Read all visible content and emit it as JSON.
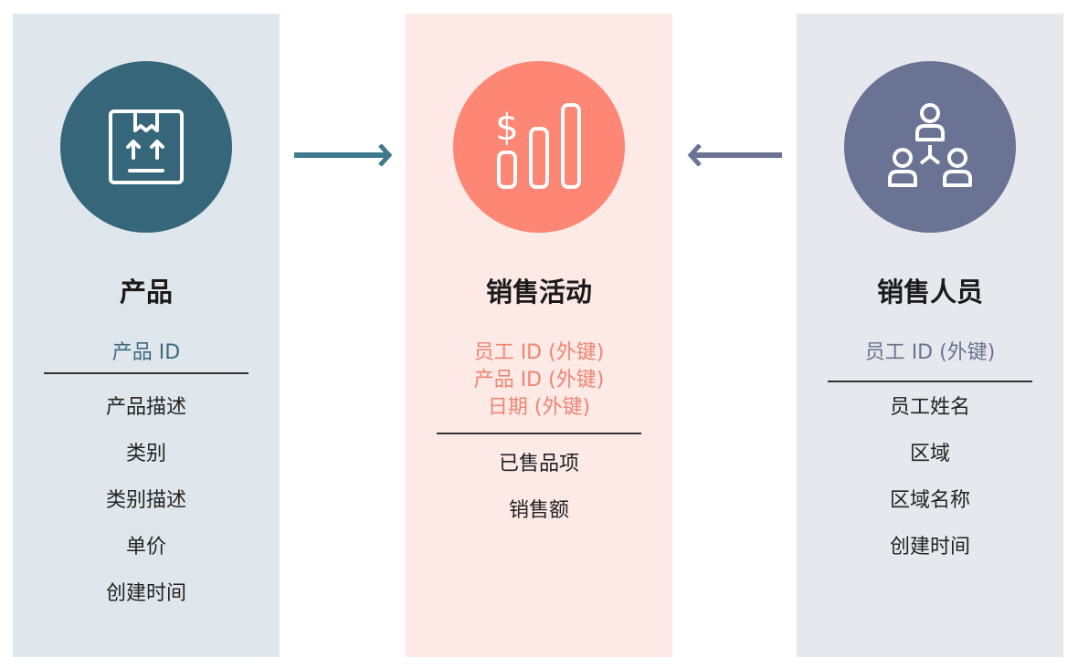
{
  "tables": [
    {
      "title": "产品",
      "keys": [
        "产品 ID"
      ],
      "fields": [
        "产品描述",
        "类别",
        "类别描述",
        "单价",
        "创建时间"
      ],
      "icon": "product-box-icon",
      "colors": {
        "bg": "#dfe7ec",
        "circle": "#35667a",
        "key": "#3d6a80"
      }
    },
    {
      "title": "销售活动",
      "keys": [
        "员工 ID (外键)",
        "产品 ID (外键)",
        "日期 (外键)"
      ],
      "fields": [
        "已售品项",
        "销售额"
      ],
      "icon": "sales-chart-icon",
      "colors": {
        "bg": "#fde9e6",
        "circle": "#fe8674",
        "key": "#f08572"
      }
    },
    {
      "title": "销售人员",
      "keys": [
        "员工 ID (外键)"
      ],
      "fields": [
        "员工姓名",
        "区域",
        "区域名称",
        "创建时间"
      ],
      "icon": "org-people-icon",
      "colors": {
        "bg": "#e6e8ed",
        "circle": "#6a7393",
        "key": "#6b7290"
      }
    }
  ],
  "arrows": {
    "left": "#3f7a8c",
    "right": "#6a7393"
  }
}
